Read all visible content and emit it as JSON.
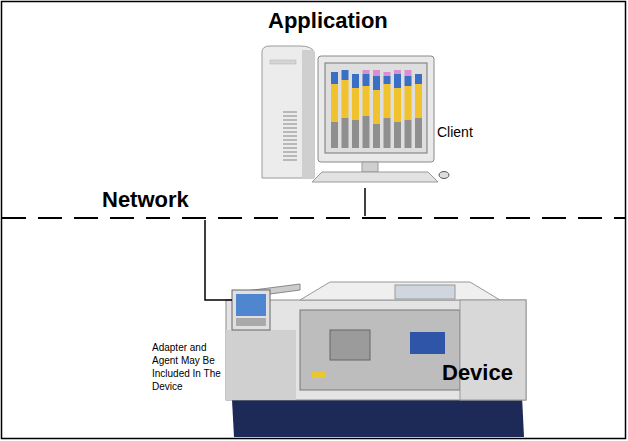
{
  "diagram": {
    "nodes": [
      {
        "text": [
          "Application"
        ]
      },
      {
        "text": [
          "Client"
        ],
        "in": 0
      },
      {
        "text": [
          "Network"
        ]
      },
      {
        "text": [
          "Device"
        ]
      }
    ],
    "edges": [
      {
        "from": 1,
        "to": 2,
        "arrow": "none"
      },
      {
        "from": 2,
        "to": 3,
        "arrow": "none"
      }
    ],
    "labels": [
      "Adapter and Agent May Be Included In The Device"
    ]
  }
}
